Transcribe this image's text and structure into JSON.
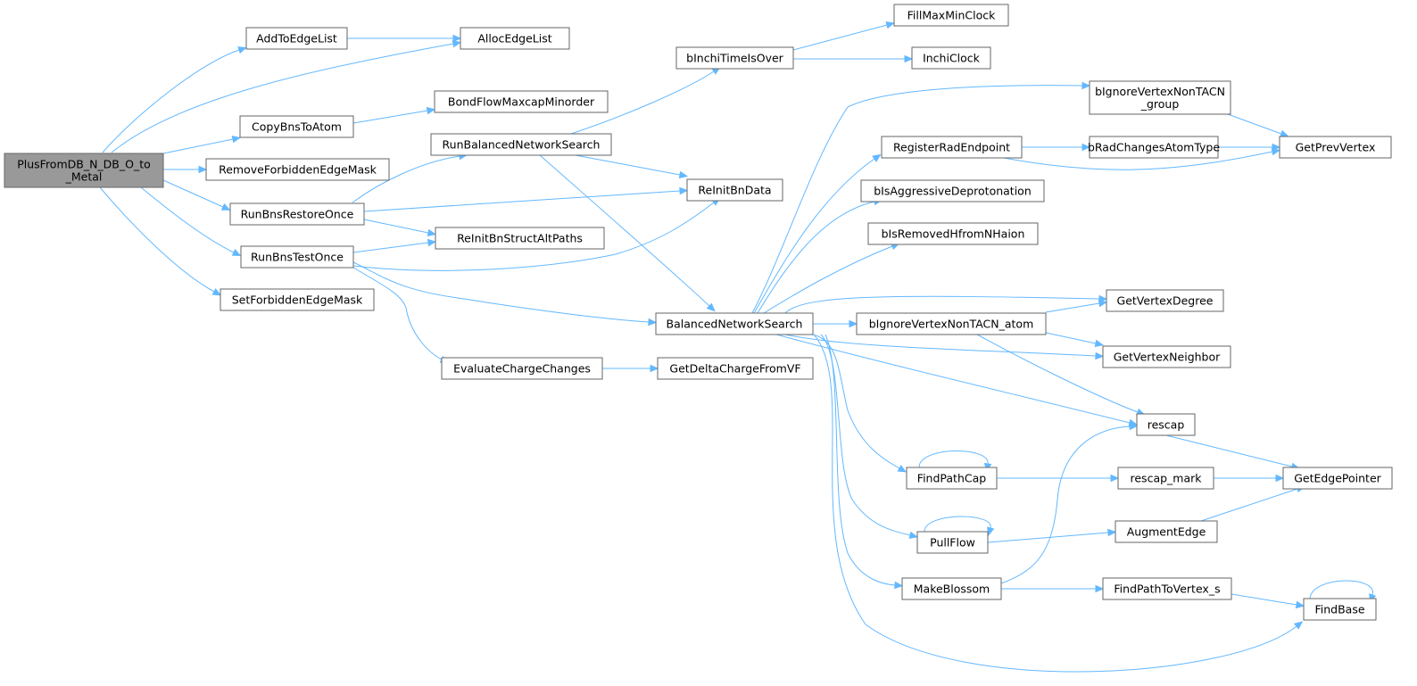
{
  "graph": {
    "edge_color": "#63b8ff",
    "node_border_color": "#666666",
    "root_fill_color": "#999999",
    "nodes": {
      "plus": {
        "lines": [
          "PlusFromDB_N_DB_O_to",
          "_Metal"
        ],
        "root": true
      },
      "addToEdgeList": {
        "lines": [
          "AddToEdgeList"
        ]
      },
      "allocEdgeList": {
        "lines": [
          "AllocEdgeList"
        ]
      },
      "copyBnsToAtom": {
        "lines": [
          "CopyBnsToAtom"
        ]
      },
      "bondFlow": {
        "lines": [
          "BondFlowMaxcapMinorder"
        ]
      },
      "removeForbidden": {
        "lines": [
          "RemoveForbiddenEdgeMask"
        ]
      },
      "runBnsRestoreOnce": {
        "lines": [
          "RunBnsRestoreOnce"
        ]
      },
      "runBnsTestOnce": {
        "lines": [
          "RunBnsTestOnce"
        ]
      },
      "setForbidden": {
        "lines": [
          "SetForbiddenEdgeMask"
        ]
      },
      "runBalanced": {
        "lines": [
          "RunBalancedNetworkSearch"
        ]
      },
      "reInitBnData": {
        "lines": [
          "ReInitBnData"
        ]
      },
      "reInitAlt": {
        "lines": [
          "ReInitBnStructAltPaths"
        ]
      },
      "evalCharge": {
        "lines": [
          "EvaluateChargeChanges"
        ]
      },
      "getDelta": {
        "lines": [
          "GetDeltaChargeFromVF"
        ]
      },
      "bInchiTime": {
        "lines": [
          "bInchiTimeIsOver"
        ]
      },
      "fillMaxMin": {
        "lines": [
          "FillMaxMinClock"
        ]
      },
      "inchiClock": {
        "lines": [
          "InchiClock"
        ]
      },
      "balanced": {
        "lines": [
          "BalancedNetworkSearch"
        ]
      },
      "registerRad": {
        "lines": [
          "RegisterRadEndpoint"
        ]
      },
      "bRadChanges": {
        "lines": [
          "bRadChangesAtomType"
        ]
      },
      "bIgnoreGroup": {
        "lines": [
          "bIgnoreVertexNonTACN",
          "_group"
        ]
      },
      "getPrev": {
        "lines": [
          "GetPrevVertex"
        ]
      },
      "bIsAggr": {
        "lines": [
          "bIsAggressiveDeprotonation"
        ]
      },
      "bIsRemoved": {
        "lines": [
          "bIsRemovedHfromNHaion"
        ]
      },
      "bIgnoreAtom": {
        "lines": [
          "bIgnoreVertexNonTACN_atom"
        ]
      },
      "getDegree": {
        "lines": [
          "GetVertexDegree"
        ]
      },
      "getNeighbor": {
        "lines": [
          "GetVertexNeighbor"
        ]
      },
      "rescap": {
        "lines": [
          "rescap"
        ]
      },
      "findPathCap": {
        "lines": [
          "FindPathCap"
        ]
      },
      "rescapMark": {
        "lines": [
          "rescap_mark"
        ]
      },
      "getEdgePtr": {
        "lines": [
          "GetEdgePointer"
        ]
      },
      "pullFlow": {
        "lines": [
          "PullFlow"
        ]
      },
      "augment": {
        "lines": [
          "AugmentEdge"
        ]
      },
      "makeBlossom": {
        "lines": [
          "MakeBlossom"
        ]
      },
      "findPathToV": {
        "lines": [
          "FindPathToVertex_s"
        ]
      },
      "findBase": {
        "lines": [
          "FindBase"
        ]
      }
    }
  }
}
